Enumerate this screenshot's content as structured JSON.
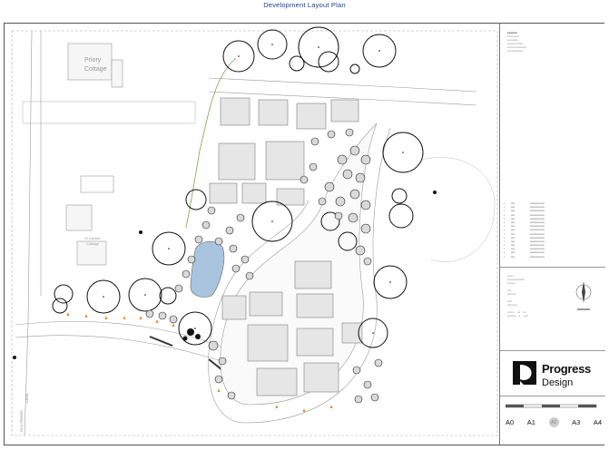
{
  "page": {
    "title": "Development Layout Plan"
  },
  "plan_labels": {
    "priory_cottage_1": "Priory",
    "priory_cottage_2": "Cottage",
    "st_davids_1": "St Davids",
    "st_davids_2": "Cottage",
    "road_1": "OLD PRIORY",
    "road_2": "LANE"
  },
  "sheet_sizes": [
    "A0",
    "A1",
    "A2",
    "A3",
    "A4"
  ],
  "selected_sheet": "A2",
  "logo": {
    "name": "Progress",
    "tagline": "Design"
  },
  "colors": {
    "title": "#1f3f86",
    "pond": "#a9c4de",
    "hedge": "#6fae4a",
    "tree_stroke": "#111111",
    "plot_fill": "#e6e6e6"
  }
}
